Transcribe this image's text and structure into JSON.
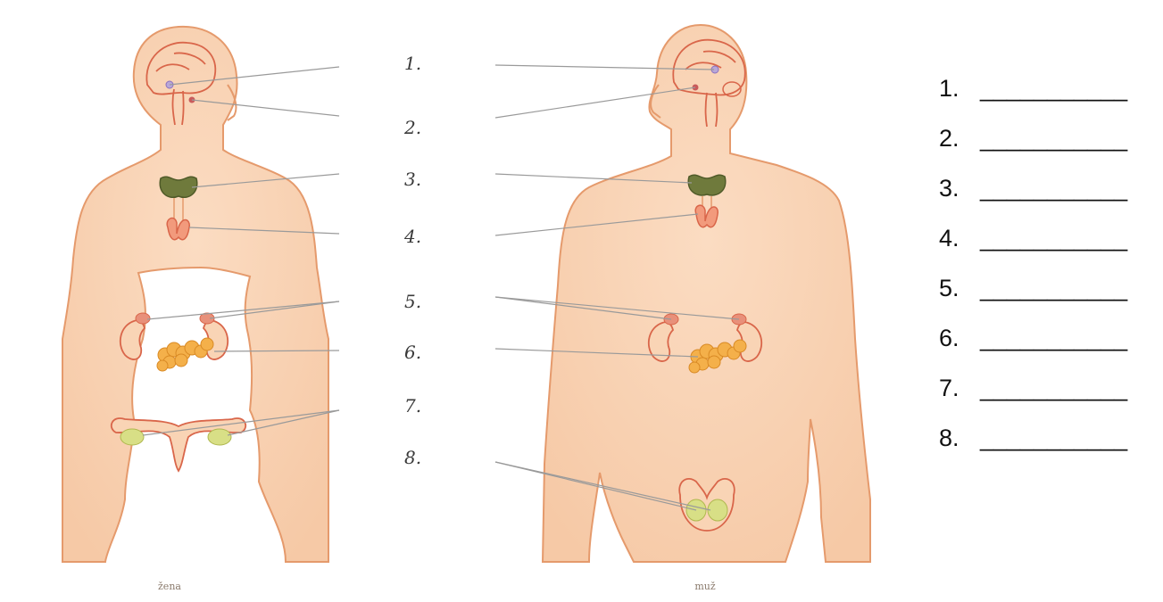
{
  "figure_captions": {
    "female": "žena",
    "male": "muž"
  },
  "center_numbers": [
    "1.",
    "2.",
    "3.",
    "4.",
    "5.",
    "6.",
    "7.",
    "8."
  ],
  "answer_list": [
    {
      "number": "1.",
      "blank": "___________"
    },
    {
      "number": "2.",
      "blank": "___________"
    },
    {
      "number": "3.",
      "blank": "___________"
    },
    {
      "number": "4.",
      "blank": "___________"
    },
    {
      "number": "5.",
      "blank": "___________"
    },
    {
      "number": "6.",
      "blank": "___________"
    },
    {
      "number": "7.",
      "blank": "___________"
    },
    {
      "number": "8.",
      "blank": "___________"
    }
  ],
  "colors": {
    "skin": "#f9d4b5",
    "skin_outline": "#e59a6c",
    "organ_outline": "#d9664a",
    "thyroid": "#6f7a3c",
    "pancreas": "#f4b04a",
    "gonad": "#d8df86",
    "pointer_line": "#9a9a9a"
  }
}
